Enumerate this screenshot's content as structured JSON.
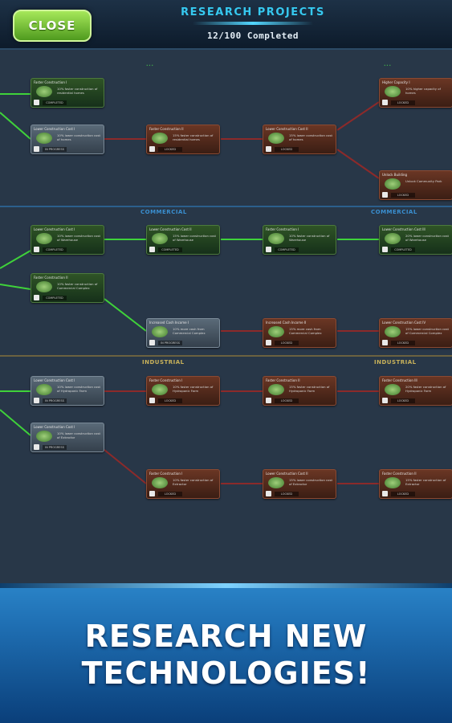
{
  "header": {
    "close_label": "CLOSE",
    "title": "RESEARCH PROJECTS",
    "progress": "12/100 Completed"
  },
  "sections": [
    {
      "label_left": "...",
      "label_right": "..."
    },
    {
      "label_left": "COMMERCIAL",
      "label_right": "COMMERCIAL"
    },
    {
      "label_left": "INDUSTRIAL",
      "label_right": "INDUSTRIAL"
    }
  ],
  "nodes": [
    {
      "id": "r1",
      "title": "Faster Construction I",
      "desc": "10% faster construction of residential homes",
      "status": "COMPLETED",
      "color": "green"
    },
    {
      "id": "r2",
      "title": "Lower Construction Cost I",
      "desc": "10% lower construction cost of homes",
      "status": "IN PROGRESS",
      "color": "gray"
    },
    {
      "id": "r3",
      "title": "Faster Construction II",
      "desc": "15% faster construction of residential homes",
      "status": "LOCKED",
      "color": "brown"
    },
    {
      "id": "r4",
      "title": "Lower Construction Cost II",
      "desc": "15% lower construction cost of homes",
      "status": "LOCKED",
      "color": "brown"
    },
    {
      "id": "r5",
      "title": "Higher Capacity I",
      "desc": "10% higher capacity of homes",
      "status": "LOCKED",
      "color": "brown"
    },
    {
      "id": "r6",
      "title": "Unlock Building",
      "desc": "Unlock Community Park",
      "status": "LOCKED",
      "color": "brown"
    },
    {
      "id": "c1",
      "title": "Lower Construction Cost I",
      "desc": "10% lower construction cost of Warehouse",
      "status": "COMPLETED",
      "color": "green"
    },
    {
      "id": "c2",
      "title": "Lower Construction Cost II",
      "desc": "15% lower construction cost of Warehouse",
      "status": "COMPLETED",
      "color": "green"
    },
    {
      "id": "c3",
      "title": "Faster Construction I",
      "desc": "10% faster construction of Warehouse",
      "status": "COMPLETED",
      "color": "green"
    },
    {
      "id": "c4",
      "title": "Lower Construction Cost III",
      "desc": "20% lower construction cost of Warehouse",
      "status": "COMPLETED",
      "color": "green"
    },
    {
      "id": "c5",
      "title": "Faster Construction II",
      "desc": "10% faster construction of Commercial Complex",
      "status": "COMPLETED",
      "color": "green"
    },
    {
      "id": "c6",
      "title": "Increased Cash Income I",
      "desc": "10% more cash from Commercial Complex",
      "status": "IN PROGRESS",
      "color": "gray"
    },
    {
      "id": "c7",
      "title": "Increased Cash Income II",
      "desc": "15% more cash from Commercial Complex",
      "status": "LOCKED",
      "color": "brown"
    },
    {
      "id": "c8",
      "title": "Lower Construction Cost IV",
      "desc": "15% lower construction cost of Commercial Complex",
      "status": "LOCKED",
      "color": "brown"
    },
    {
      "id": "i1",
      "title": "Lower Construction Cost I",
      "desc": "10% lower construction cost of Hydroponic Farm",
      "status": "IN PROGRESS",
      "color": "gray"
    },
    {
      "id": "i2",
      "title": "Faster Construction I",
      "desc": "10% faster construction of Hydroponic Farm",
      "status": "LOCKED",
      "color": "brown"
    },
    {
      "id": "i3",
      "title": "Faster Construction II",
      "desc": "15% faster construction of Hydroponic Farm",
      "status": "LOCKED",
      "color": "brown"
    },
    {
      "id": "i4",
      "title": "Faster Construction III",
      "desc": "20% faster construction of Hydroponic Farm",
      "status": "LOCKED",
      "color": "brown"
    },
    {
      "id": "i5",
      "title": "Lower Construction Cost I",
      "desc": "10% lower construction cost of Extractor",
      "status": "IN PROGRESS",
      "color": "gray"
    },
    {
      "id": "i6",
      "title": "Faster Construction I",
      "desc": "10% faster construction of Extractor",
      "status": "LOCKED",
      "color": "brown"
    },
    {
      "id": "i7",
      "title": "Lower Construction Cost II",
      "desc": "15% lower construction cost of Extractor",
      "status": "LOCKED",
      "color": "brown"
    },
    {
      "id": "i8",
      "title": "Faster Construction II",
      "desc": "15% faster construction of Extractor",
      "status": "LOCKED",
      "color": "brown"
    }
  ],
  "banner": {
    "line1": "RESEARCH NEW",
    "line2": "TECHNOLOGIES!"
  },
  "colors": {
    "accent_title": "#36c9f0",
    "close_button": "#7bc53a",
    "node_completed": "#2f5426",
    "node_locked": "#6a3624",
    "node_in_progress": "#5a6a78",
    "link_active": "#3fd23a",
    "link_locked": "#8c2a2a",
    "banner_blue": "#1f6fb3"
  }
}
